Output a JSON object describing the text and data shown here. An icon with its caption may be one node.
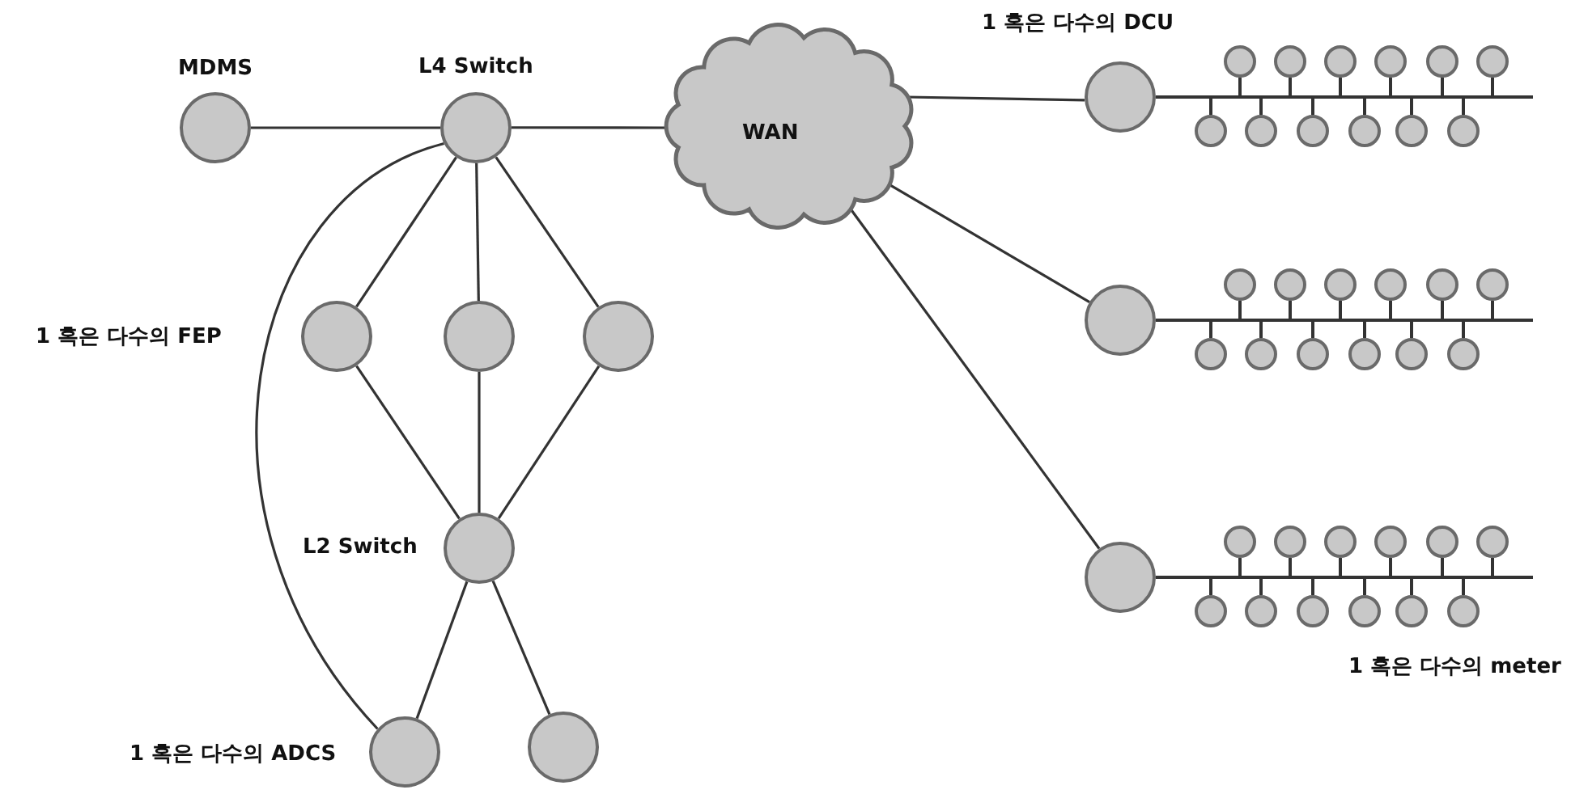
{
  "diagram": {
    "nodes": [
      {
        "text": [],
        "shape": "circle",
        "beside": [
          "MDMS"
        ]
      },
      {
        "text": [],
        "shape": "circle",
        "beside": [
          "L4 Switch"
        ]
      },
      {
        "text": [
          "WAN"
        ]
      },
      {
        "text": [],
        "shape": "circle",
        "beside": [
          "1 혹은 다수의 FEP"
        ]
      },
      {
        "text": [],
        "shape": "circle"
      },
      {
        "text": [],
        "shape": "circle"
      },
      {
        "text": [],
        "shape": "circle",
        "beside": [
          "L2 Switch"
        ]
      },
      {
        "text": [],
        "shape": "circle",
        "beside": [
          "1 혹은 다수의 ADCS"
        ]
      },
      {
        "text": [],
        "shape": "circle"
      },
      {
        "text": [],
        "shape": "circle",
        "beside": [
          "1 혹은 다수의 DCU"
        ]
      },
      {
        "text": [],
        "shape": "circle"
      },
      {
        "text": [],
        "shape": "circle"
      },
      {
        "text": [],
        "shape": "circle"
      },
      {
        "text": [],
        "shape": "circle"
      },
      {
        "text": [],
        "shape": "circle"
      },
      {
        "text": [],
        "shape": "circle"
      },
      {
        "text": [],
        "shape": "circle"
      },
      {
        "text": [],
        "shape": "circle"
      },
      {
        "text": [],
        "shape": "circle"
      },
      {
        "text": [],
        "shape": "circle"
      },
      {
        "text": [],
        "shape": "circle"
      },
      {
        "text": [],
        "shape": "circle"
      },
      {
        "text": [],
        "shape": "circle"
      },
      {
        "text": [],
        "shape": "circle"
      },
      {
        "text": [],
        "shape": "circle"
      },
      {
        "text": [],
        "shape": "circle"
      },
      {
        "text": [],
        "shape": "circle"
      },
      {
        "text": [],
        "shape": "circle"
      },
      {
        "text": [],
        "shape": "circle"
      },
      {
        "text": [],
        "shape": "circle"
      },
      {
        "text": [],
        "shape": "circle"
      },
      {
        "text": [],
        "shape": "circle"
      },
      {
        "text": [],
        "shape": "circle"
      },
      {
        "text": [],
        "shape": "circle"
      },
      {
        "text": [],
        "shape": "circle"
      },
      {
        "text": [],
        "shape": "circle"
      },
      {
        "text": [],
        "shape": "circle"
      },
      {
        "text": [],
        "shape": "circle"
      },
      {
        "text": [],
        "shape": "circle"
      },
      {
        "text": [],
        "shape": "circle"
      },
      {
        "text": [],
        "shape": "circle"
      },
      {
        "text": [],
        "shape": "circle"
      },
      {
        "text": [],
        "shape": "circle"
      },
      {
        "text": [],
        "shape": "circle"
      },
      {
        "text": [],
        "shape": "circle"
      },
      {
        "text": [],
        "shape": "circle"
      },
      {
        "text": [],
        "shape": "circle"
      },
      {
        "text": [],
        "shape": "circle"
      }
    ],
    "edges": [
      {
        "from": 0,
        "to": 1,
        "arrow": "none"
      },
      {
        "from": 1,
        "to": 2,
        "arrow": "none"
      },
      {
        "from": 1,
        "to": 3,
        "arrow": "none"
      },
      {
        "from": 1,
        "to": 4,
        "arrow": "none"
      },
      {
        "from": 1,
        "to": 5,
        "arrow": "none"
      },
      {
        "from": 3,
        "to": 6,
        "arrow": "none"
      },
      {
        "from": 4,
        "to": 6,
        "arrow": "none"
      },
      {
        "from": 5,
        "to": 6,
        "arrow": "none"
      },
      {
        "from": 6,
        "to": 7,
        "arrow": "none"
      },
      {
        "from": 6,
        "to": 8,
        "arrow": "none"
      },
      {
        "from": 1,
        "to": 7,
        "arrow": "none"
      },
      {
        "from": 2,
        "to": 9,
        "arrow": "none"
      },
      {
        "from": 2,
        "to": 10,
        "arrow": "none"
      },
      {
        "from": 2,
        "to": 11,
        "arrow": "none"
      },
      {
        "from": 9,
        "to": 12,
        "arrow": "none"
      },
      {
        "from": 9,
        "to": 13,
        "arrow": "none"
      },
      {
        "from": 9,
        "to": 14,
        "arrow": "none"
      },
      {
        "from": 9,
        "to": 15,
        "arrow": "none"
      },
      {
        "from": 9,
        "to": 16,
        "arrow": "none"
      },
      {
        "from": 9,
        "to": 17,
        "arrow": "none"
      },
      {
        "from": 9,
        "to": 18,
        "arrow": "none"
      },
      {
        "from": 9,
        "to": 19,
        "arrow": "none"
      },
      {
        "from": 9,
        "to": 20,
        "arrow": "none"
      },
      {
        "from": 9,
        "to": 21,
        "arrow": "none"
      },
      {
        "from": 9,
        "to": 22,
        "arrow": "none"
      },
      {
        "from": 9,
        "to": 23,
        "arrow": "none"
      },
      {
        "from": 10,
        "to": 24,
        "arrow": "none"
      },
      {
        "from": 10,
        "to": 25,
        "arrow": "none"
      },
      {
        "from": 10,
        "to": 26,
        "arrow": "none"
      },
      {
        "from": 10,
        "to": 27,
        "arrow": "none"
      },
      {
        "from": 10,
        "to": 28,
        "arrow": "none"
      },
      {
        "from": 10,
        "to": 29,
        "arrow": "none"
      },
      {
        "from": 10,
        "to": 30,
        "arrow": "none"
      },
      {
        "from": 10,
        "to": 31,
        "arrow": "none"
      },
      {
        "from": 10,
        "to": 32,
        "arrow": "none"
      },
      {
        "from": 10,
        "to": 33,
        "arrow": "none"
      },
      {
        "from": 10,
        "to": 34,
        "arrow": "none"
      },
      {
        "from": 10,
        "to": 35,
        "arrow": "none"
      },
      {
        "from": 11,
        "to": 36,
        "arrow": "none"
      },
      {
        "from": 11,
        "to": 37,
        "arrow": "none"
      },
      {
        "from": 11,
        "to": 38,
        "arrow": "none"
      },
      {
        "from": 11,
        "to": 39,
        "arrow": "none"
      },
      {
        "from": 11,
        "to": 40,
        "arrow": "none"
      },
      {
        "from": 11,
        "to": 41,
        "arrow": "none"
      },
      {
        "from": 11,
        "to": 42,
        "arrow": "none"
      },
      {
        "from": 11,
        "to": 43,
        "arrow": "none"
      },
      {
        "from": 11,
        "to": 44,
        "arrow": "none"
      },
      {
        "from": 11,
        "to": 45,
        "arrow": "none"
      },
      {
        "from": 11,
        "to": 46,
        "arrow": "none"
      },
      {
        "from": 11,
        "to": 47,
        "arrow": "none"
      }
    ],
    "labels": [
      "1 혹은 다수의 meter"
    ]
  }
}
